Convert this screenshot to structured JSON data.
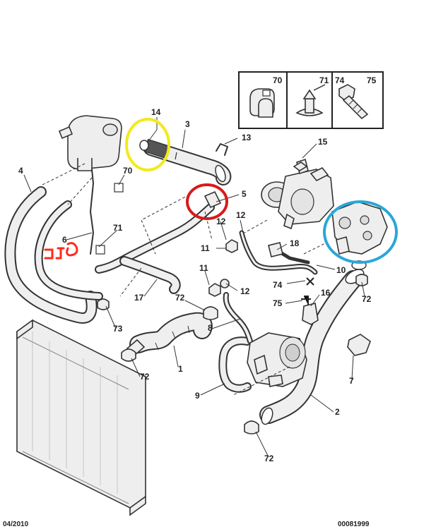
{
  "inset": {
    "labels": [
      "70",
      "71",
      "74",
      "75"
    ]
  },
  "callouts": {
    "c14": "14",
    "c3": "3",
    "c13": "13",
    "c4": "4",
    "c70": "70",
    "c5": "5",
    "c15": "15",
    "c12a": "12",
    "c71": "71",
    "c6": "6",
    "c18": "18",
    "c11a": "11",
    "c12b": "12",
    "c11b": "11",
    "c12c": "12",
    "c10": "10",
    "c74": "74",
    "c17": "17",
    "c72a": "72",
    "c16": "16",
    "c72b": "72",
    "c75": "75",
    "c73": "73",
    "c8": "8",
    "c72c": "72",
    "c1": "1",
    "c7": "7",
    "c9": "9",
    "c2": "2",
    "c72d": "72"
  },
  "handwritten_note": "JC",
  "footer": {
    "date": "04/2010",
    "reference": "00081999"
  },
  "highlight_colors": {
    "yellow": "#f2ea1c",
    "red": "#d81a1a",
    "blue": "#2aa7d8",
    "note": "#ff2a1a"
  }
}
